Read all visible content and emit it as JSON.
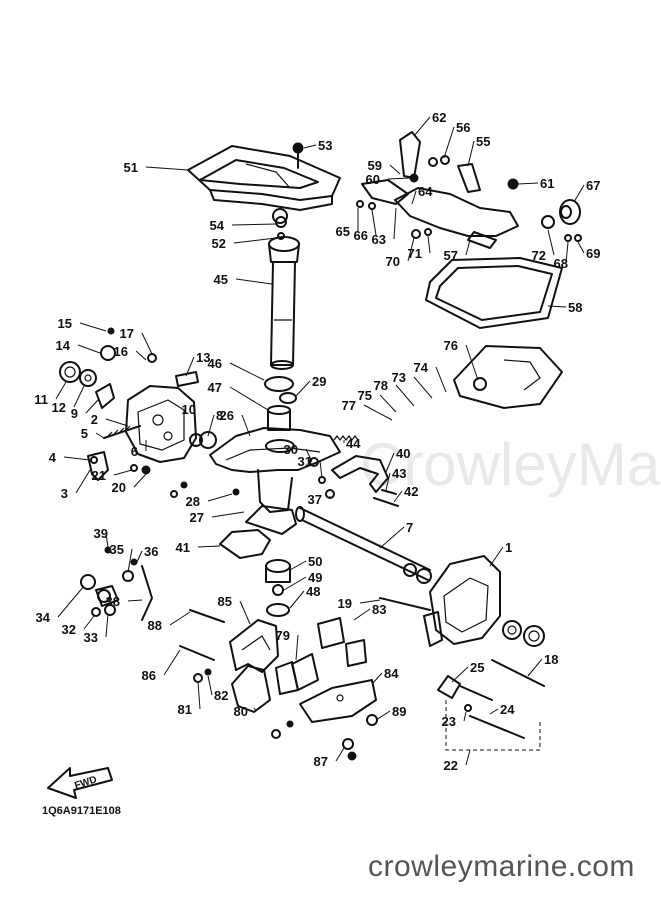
{
  "diagram": {
    "code": "1Q6A9171E108",
    "watermark": "CrowleyMarine",
    "footer": "crowleymarine.com",
    "fwd": "FWD",
    "labels": [
      "1",
      "2",
      "3",
      "4",
      "5",
      "6",
      "7",
      "8",
      "9",
      "10",
      "11",
      "12",
      "13",
      "14",
      "15",
      "16",
      "17",
      "18",
      "19",
      "20",
      "21",
      "22",
      "23",
      "24",
      "25",
      "26",
      "27",
      "28",
      "29",
      "30",
      "31",
      "32",
      "33",
      "34",
      "35",
      "36",
      "37",
      "38",
      "39",
      "40",
      "41",
      "42",
      "43",
      "44",
      "45",
      "46",
      "47",
      "48",
      "49",
      "50",
      "51",
      "52",
      "53",
      "54",
      "55",
      "56",
      "57",
      "58",
      "59",
      "60",
      "61",
      "62",
      "63",
      "64",
      "65",
      "66",
      "67",
      "68",
      "69",
      "70",
      "71",
      "72",
      "73",
      "74",
      "75",
      "76",
      "77",
      "78",
      "79",
      "80",
      "81",
      "82",
      "83",
      "84",
      "85",
      "86",
      "87",
      "88",
      "89"
    ]
  }
}
